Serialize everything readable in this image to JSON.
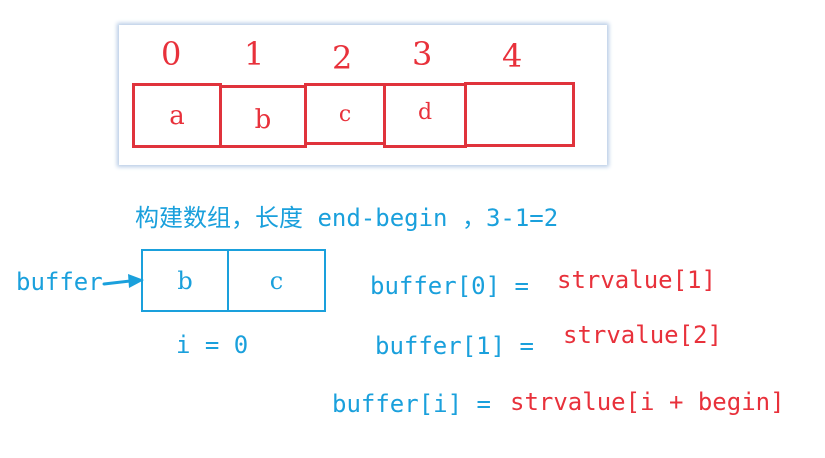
{
  "indices": [
    "0",
    "1",
    "2",
    "3",
    "4"
  ],
  "cells": [
    "a",
    "b",
    "c",
    "d",
    ""
  ],
  "caption": "构建数组，长度 end-begin ，3-1=2",
  "buffer_label": "buffer",
  "buffer_cells": [
    "b",
    "c"
  ],
  "loop_var": "i = 0",
  "equations": [
    {
      "lhs": "buffer[0] =",
      "rhs": "strvalue[1]"
    },
    {
      "lhs": "buffer[1] =",
      "rhs": "strvalue[2]"
    },
    {
      "lhs": "buffer[i] =",
      "rhs": "strvalue[i + begin]"
    }
  ],
  "colors": {
    "red": "#e0333c",
    "blue": "#1aa0dc",
    "panel_shadow": "#b9cde6"
  }
}
